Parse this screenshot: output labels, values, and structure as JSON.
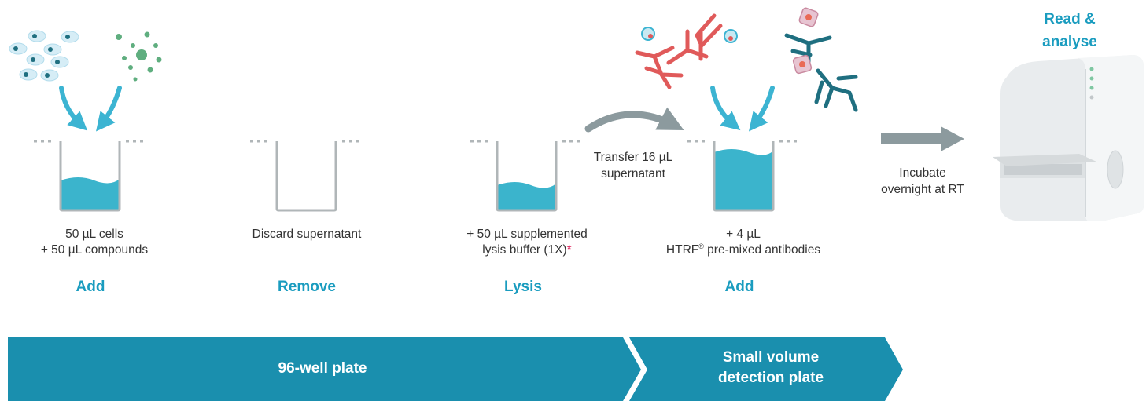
{
  "colors": {
    "accent": "#1a9cbf",
    "banner": "#1a8fae",
    "liquid": "#3bb4cc",
    "arrow_teal": "#3cb4d2",
    "arrow_grey": "#8c9a9e",
    "antibody_red": "#e05a5a",
    "antibody_teal": "#1f6f80",
    "cell_green": "#5fae7f",
    "asterisk": "#e0245e"
  },
  "steps": [
    {
      "title": "Add",
      "desc_line1": "50 µL cells",
      "desc_line2": "+ 50 µL compounds"
    },
    {
      "title": "Remove",
      "desc_line1": "Discard supernatant"
    },
    {
      "title": "Lysis",
      "desc_line1": "+ 50 µL supplemented",
      "desc_line2": "lysis buffer (1X)",
      "asterisk": "*"
    },
    {
      "title": "Add",
      "desc_line1": "+ 4 µL",
      "desc_line2_prefix": "HTRF",
      "desc_line2_reg": "®",
      "desc_line2_suffix": " pre-mixed antibodies"
    }
  ],
  "transfer": {
    "line1": "Transfer 16 µL",
    "line2": "supernatant"
  },
  "incubate": {
    "line1": "Incubate",
    "line2": "overnight at RT"
  },
  "read": {
    "line1": "Read &",
    "line2": "analyse"
  },
  "banners": [
    {
      "label": "96-well  plate"
    },
    {
      "line1": "Small volume",
      "line2": "detection  plate"
    }
  ],
  "icons": [
    "cells-icon",
    "compounds-icon",
    "antibody-icon",
    "plate-reader-icon",
    "arrow-icon"
  ]
}
